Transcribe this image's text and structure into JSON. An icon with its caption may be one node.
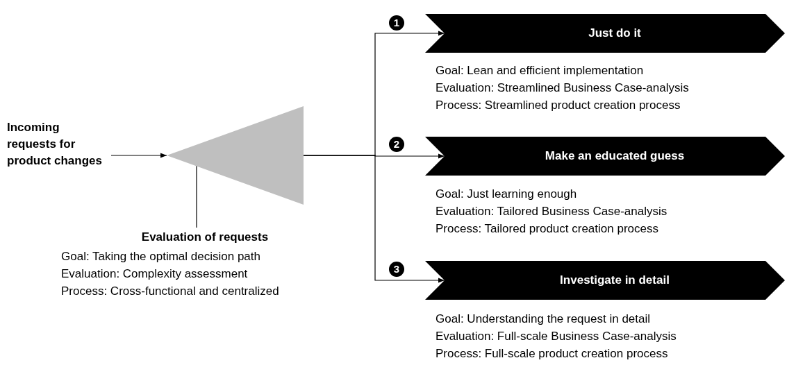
{
  "diagram": {
    "nodes": [
      {
        "text": [
          "Incoming requests for product changes"
        ]
      },
      {
        "text": [],
        "shape": "triangle"
      },
      {
        "text": [
          "Evaluation of requests"
        ],
        "beside": [
          "Goal: Taking the optimal decision path",
          "Evaluation: Complexity assessment",
          "Process: Cross-functional and centralized"
        ]
      },
      {
        "text": [
          "1"
        ]
      },
      {
        "text": [
          "Just do it"
        ],
        "beside": [
          "Goal: Lean and efficient implementation",
          "Evaluation: Streamlined Business Case-analysis",
          "Process: Streamlined product creation process"
        ]
      },
      {
        "text": [
          "2"
        ]
      },
      {
        "text": [
          "Make an educated guess"
        ],
        "beside": [
          "Goal: Just learning enough",
          "Evaluation: Tailored Business Case-analysis",
          "Process: Tailored product creation process"
        ]
      },
      {
        "text": [
          "3"
        ]
      },
      {
        "text": [
          "Investigate in detail"
        ],
        "beside": [
          "Goal: Understanding the request in detail",
          "Evaluation: Full-scale Business Case-analysis",
          "Process: Full-scale product creation process"
        ]
      }
    ],
    "edges": [
      {
        "from": 0,
        "to": 1,
        "arrow": "to"
      },
      {
        "from": 1,
        "to": 4,
        "arrow": "to"
      },
      {
        "from": 1,
        "to": 6,
        "arrow": "to"
      },
      {
        "from": 1,
        "to": 8,
        "arrow": "to"
      },
      {
        "from": 2,
        "to": 1,
        "arrow": "none"
      }
    ]
  }
}
